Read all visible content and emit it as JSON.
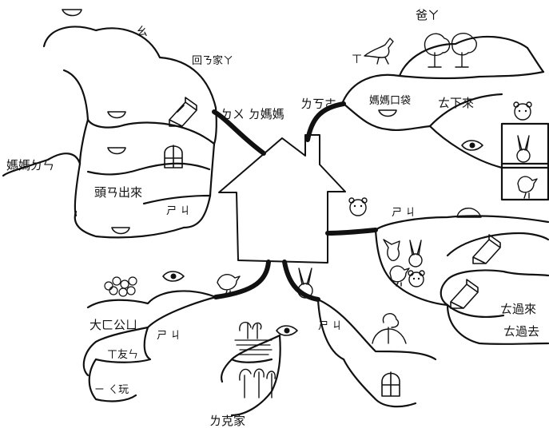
{
  "center": {
    "shape": "house"
  },
  "labels": {
    "top_left_title": "ㄠ",
    "hui_jia": "回ㄋ家ㄚ",
    "duo_ma_ma": "ㄉㄨ ㄉ媽媽",
    "ma_ma_left": "媽媽ㄉㄣ",
    "tou_chu_lai": "頭ㄢ出來",
    "shui_jiao_left": "ㄕ ㄐ",
    "ba_ba": "爸ㄚ",
    "xiao": "ㄒ",
    "li_ke_right": "ㄌㄎㄜ",
    "ma_ma_kou_dai": "媽媽口袋",
    "tiao_xia_lai": "ㄊ下來",
    "shui_jiao_right": "ㄕ ㄐ",
    "tiao_guo_lai": "ㄊ過來",
    "tiao_guo_qu": "ㄊ過去",
    "da_gong_yuan": "大ㄈ公ㄩ",
    "shui_jiao_lower_left": "ㄕ ㄐ",
    "xiao_peng_you": "ㄒ友ㄣ",
    "yi_qi_wan": "ㄧ ㄑ玩",
    "shui_jiao_bottom": "ㄕ ㄐ",
    "li_ke_jia": "ㄌ克家"
  },
  "icons": [
    "kangaroo-icon",
    "tree-icon",
    "bear-icon",
    "rabbit-icon",
    "bird-icon",
    "eye-icon",
    "bed-icon",
    "window-icon",
    "pocket-icon",
    "hill-icon",
    "fox-icon",
    "flower-icon",
    "grass-icon",
    "rock-icon"
  ]
}
